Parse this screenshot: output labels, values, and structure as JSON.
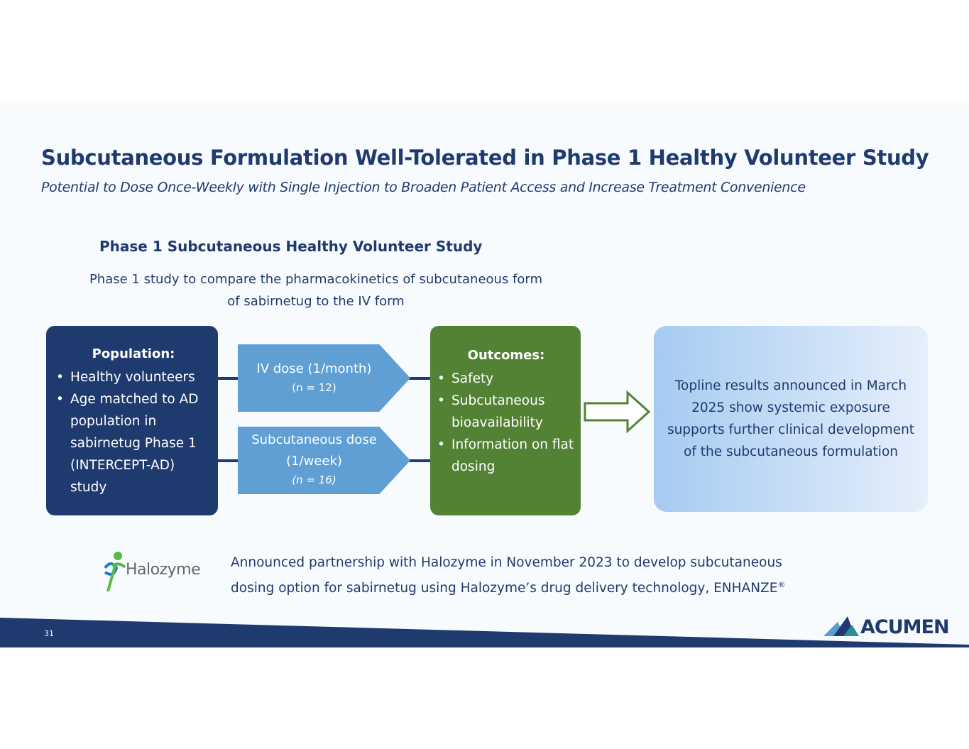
{
  "title": "Subcutaneous Formulation Well-Tolerated in Phase 1 Healthy Volunteer Study",
  "subtitle": "Potential to Dose Once-Weekly with Single Injection to Broaden Patient Access and Increase Treatment Convenience",
  "section_title": "Phase 1 Subcutaneous Healthy Volunteer Study",
  "description_line1": "Phase 1 study to compare the pharmacokinetics of subcutaneous form",
  "description_line2": "of sabirnetug to the IV form",
  "population": {
    "heading": "Population:",
    "items": [
      "Healthy volunteers",
      "Age matched to AD population in sabirnetug Phase 1 (INTERCEPT-AD) study"
    ]
  },
  "arms": [
    {
      "label": "IV dose (1/month)",
      "n": "(n = 12)"
    },
    {
      "label": "Subcutaneous dose (1/week)",
      "n": "(n = 16)"
    }
  ],
  "outcomes": {
    "heading": "Outcomes:",
    "items": [
      "Safety",
      "Subcutaneous bioavailability",
      "Information on flat dosing"
    ]
  },
  "result": "Topline results announced in March 2025 show systemic exposure supports further clinical development of the subcutaneous formulation",
  "partner": {
    "logo_text": "Halozyme",
    "line1": "Announced partnership with Halozyme in November 2023 to develop subcutaneous",
    "line2": "dosing option for sabirnetug using Halozyme’s drug delivery technology, ENHANZE",
    "sup": "®"
  },
  "footer": {
    "page_number": "31",
    "logo_text": "ACUMEN"
  },
  "colors": {
    "navy": "#1f3a6e",
    "blue": "#5f9fd3",
    "green": "#548235"
  }
}
